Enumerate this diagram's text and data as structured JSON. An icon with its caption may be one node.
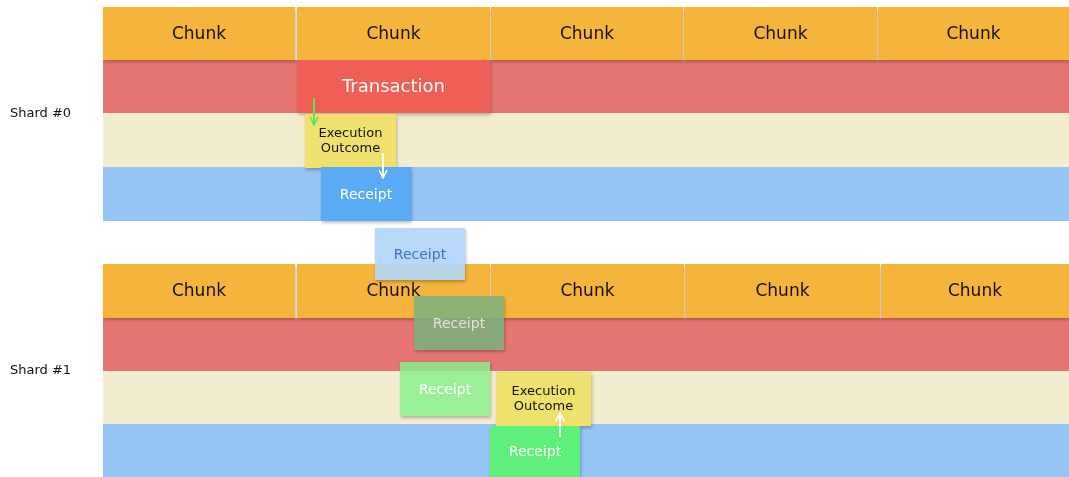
{
  "diagram": {
    "nodes": [
      {
        "text": [
          "Chunk"
        ]
      },
      {
        "text": [
          "Chunk"
        ]
      },
      {
        "text": [
          "Chunk"
        ]
      },
      {
        "text": [
          "Chunk"
        ]
      },
      {
        "text": [
          "Chunk"
        ]
      },
      {
        "text": [
          "Transaction"
        ]
      },
      {
        "text": [
          "Execution Outcome"
        ]
      },
      {
        "text": [
          "Receipt"
        ]
      },
      {
        "text": [
          "Receipt"
        ]
      },
      {
        "text": [
          "Chunk"
        ]
      },
      {
        "text": [
          "Chunk"
        ]
      },
      {
        "text": [
          "Chunk"
        ]
      },
      {
        "text": [
          "Chunk"
        ]
      },
      {
        "text": [
          "Chunk"
        ]
      },
      {
        "text": [
          "Receipt"
        ]
      },
      {
        "text": [
          "Receipt"
        ]
      },
      {
        "text": [
          "Execution Outcome"
        ]
      },
      {
        "text": [
          "Receipt"
        ]
      }
    ],
    "edges": [
      {
        "from": 5,
        "to": 6,
        "arrow": "to",
        "color": "#5ce65c"
      },
      {
        "from": 6,
        "to": 7,
        "arrow": "to"
      },
      {
        "from": 17,
        "to": 16,
        "arrow": "to"
      }
    ],
    "labels": [
      "Shard #0",
      "Shard #1"
    ]
  }
}
